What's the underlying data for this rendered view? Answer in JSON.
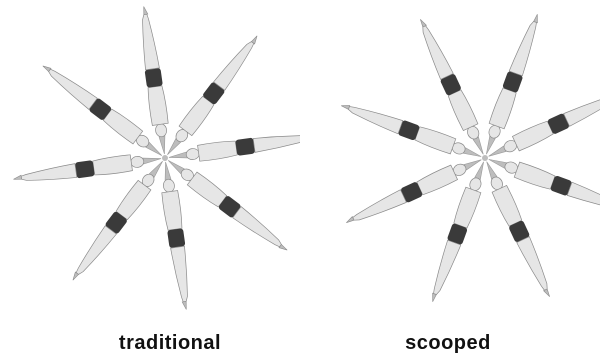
{
  "panels": [
    {
      "caption": "traditional",
      "figure_count": 8,
      "sweep_deg": 0
    },
    {
      "caption": "scooped",
      "figure_count": 8,
      "sweep_deg": 28
    }
  ],
  "colors": {
    "skin": "#e6e6e6",
    "skin_shade": "#bdbdbd",
    "suit": "#3a3a3a"
  }
}
